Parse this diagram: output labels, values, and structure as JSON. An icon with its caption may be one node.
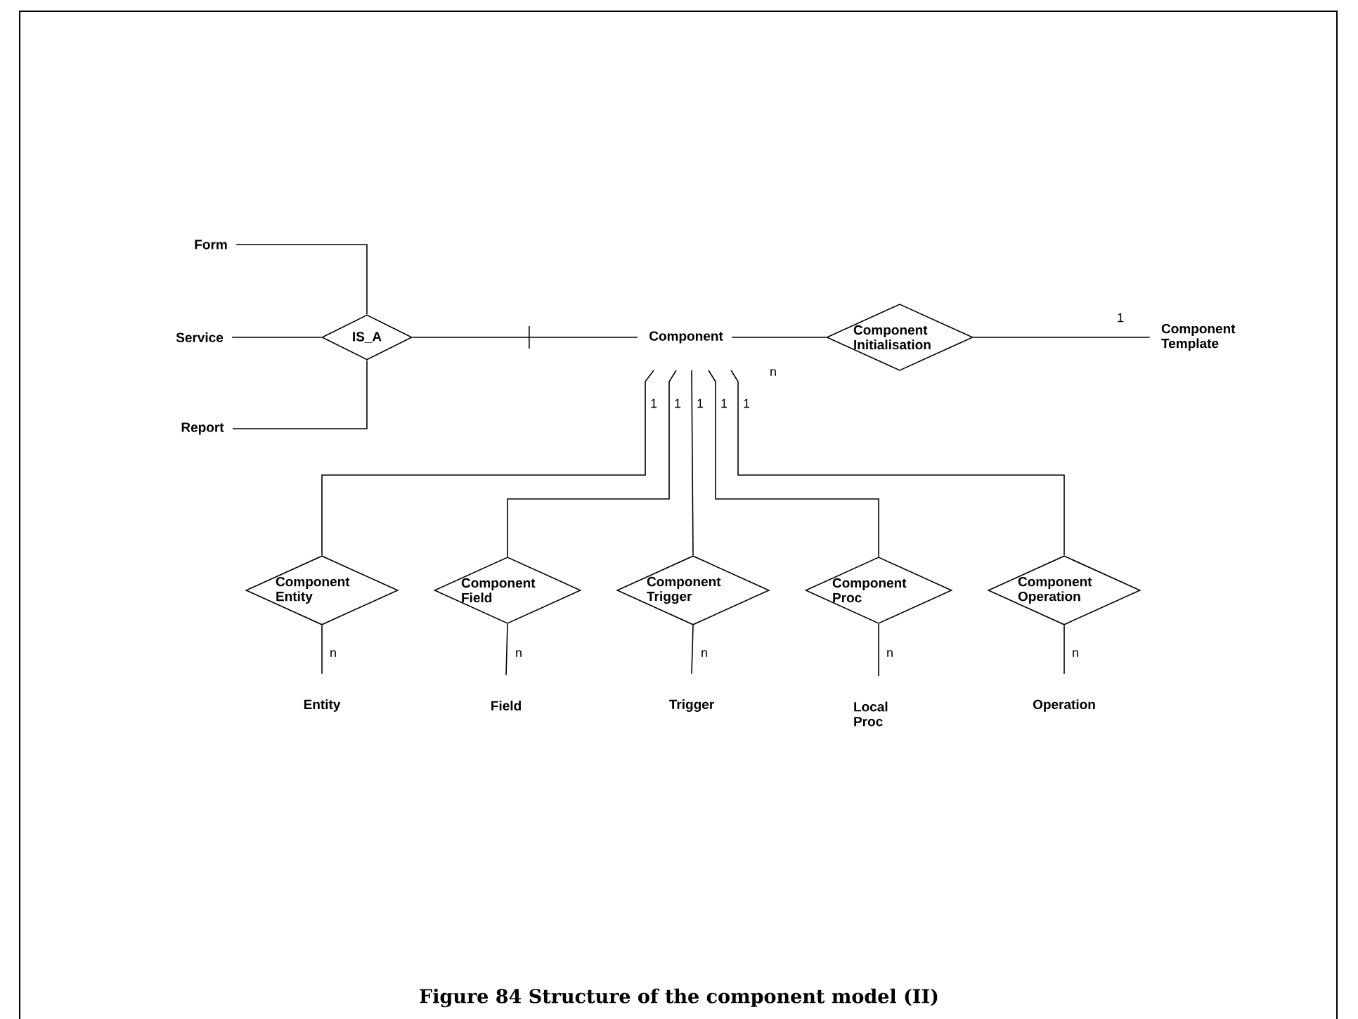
{
  "diagram": {
    "caption": "Figure 84 Structure of the component model (II)",
    "nodes": [
      {
        "text": [
          "Form"
        ]
      },
      {
        "text": [
          "Service"
        ]
      },
      {
        "text": [
          "Report"
        ]
      },
      {
        "text": [
          "IS_A"
        ]
      },
      {
        "text": [
          "Component"
        ]
      },
      {
        "text": [
          "Component Initialisation"
        ]
      },
      {
        "text": [
          "Component Template"
        ]
      },
      {
        "text": [
          "Component Entity"
        ]
      },
      {
        "text": [
          "Component Field"
        ]
      },
      {
        "text": [
          "Component Trigger"
        ]
      },
      {
        "text": [
          "Component Proc"
        ]
      },
      {
        "text": [
          "Component Operation"
        ]
      },
      {
        "text": [
          "Entity"
        ]
      },
      {
        "text": [
          "Field"
        ]
      },
      {
        "text": [
          "Trigger"
        ]
      },
      {
        "text": [
          "Local Proc"
        ]
      },
      {
        "text": [
          "Operation"
        ]
      }
    ],
    "edges": [
      {
        "from": 0,
        "to": 3,
        "arrow": "none"
      },
      {
        "from": 1,
        "to": 3,
        "arrow": "none"
      },
      {
        "from": 2,
        "to": 3,
        "arrow": "none"
      },
      {
        "from": 3,
        "to": 4,
        "arrow": "none"
      },
      {
        "from": 4,
        "to": 5,
        "arrow": "none",
        "label": "n"
      },
      {
        "from": 5,
        "to": 6,
        "arrow": "none",
        "label": "1"
      },
      {
        "from": 4,
        "to": 7,
        "arrow": "none",
        "label": "1"
      },
      {
        "from": 4,
        "to": 8,
        "arrow": "none",
        "label": "1"
      },
      {
        "from": 4,
        "to": 9,
        "arrow": "none",
        "label": "1"
      },
      {
        "from": 4,
        "to": 10,
        "arrow": "none",
        "label": "1"
      },
      {
        "from": 4,
        "to": 11,
        "arrow": "none",
        "label": "1"
      },
      {
        "from": 7,
        "to": 12,
        "arrow": "none",
        "label": "n"
      },
      {
        "from": 8,
        "to": 13,
        "arrow": "none",
        "label": "n"
      },
      {
        "from": 9,
        "to": 14,
        "arrow": "none",
        "label": "n"
      },
      {
        "from": 10,
        "to": 15,
        "arrow": "none",
        "label": "n"
      },
      {
        "from": 11,
        "to": 16,
        "arrow": "none",
        "label": "n"
      }
    ]
  }
}
